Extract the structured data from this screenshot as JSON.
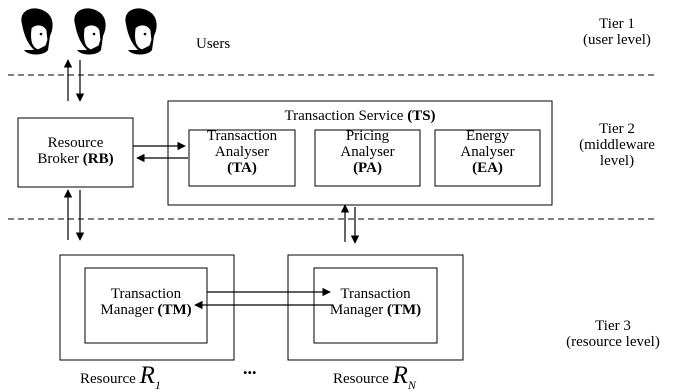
{
  "tiers": [
    {
      "name": "Tier 1",
      "level": "(user level)"
    },
    {
      "name": "Tier 2",
      "level_lines": [
        "(middleware",
        "level)"
      ]
    },
    {
      "name": "Tier 3",
      "level": "(resource level)"
    }
  ],
  "users_label": "Users",
  "resource_broker": {
    "line1": "Resource",
    "line2_text": "Broker",
    "line2_abbr": "(RB)"
  },
  "transaction_service": {
    "title_text": "Transaction Service",
    "title_abbr": "(TS)"
  },
  "analysers": [
    {
      "line1": "Transaction",
      "line2": "Analyser",
      "abbr": "(TA)"
    },
    {
      "line1": "Pricing",
      "line2": "Analyser",
      "abbr": "(PA)"
    },
    {
      "line1": "Energy",
      "line2": "Analyser",
      "abbr": "(EA)"
    }
  ],
  "transaction_managers": [
    {
      "line1": "Transaction",
      "line2_text": "Manager",
      "line2_abbr": "(TM)"
    },
    {
      "line1": "Transaction",
      "line2_text": "Manager",
      "line2_abbr": "(TM)"
    }
  ],
  "resources": [
    {
      "prefix": "Resource",
      "symbol": "R",
      "subscript": "1"
    },
    {
      "prefix": "Resource",
      "symbol": "R",
      "subscript": "N"
    }
  ],
  "ellipsis": "...",
  "colors": {
    "skin": "#ffffff",
    "hair": "#000000",
    "line": "#000000"
  }
}
